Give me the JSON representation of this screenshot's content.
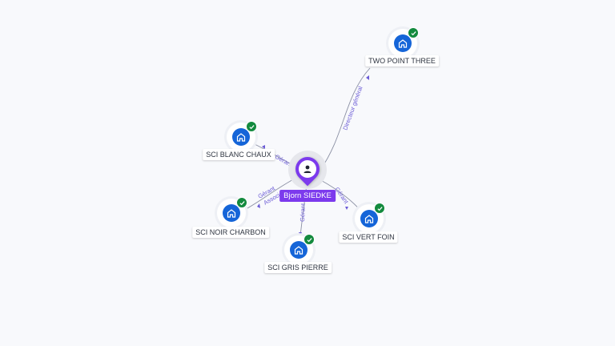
{
  "center": {
    "name": "Bjorn SIEDKE",
    "icon": "person-icon",
    "color": "#7c3aed"
  },
  "companies": [
    {
      "id": "two-point-three",
      "name": "TWO POINT THREE",
      "icon": "company-building-icon",
      "verified": true
    },
    {
      "id": "sci-blanc-chaux",
      "name": "SCI BLANC CHAUX",
      "icon": "company-building-icon",
      "verified": true
    },
    {
      "id": "sci-noir-charbon",
      "name": "SCI NOIR CHARBON",
      "icon": "company-building-icon",
      "verified": true
    },
    {
      "id": "sci-gris-pierre",
      "name": "SCI GRIS PIERRE",
      "icon": "company-building-icon",
      "verified": true
    },
    {
      "id": "sci-vert-foin",
      "name": "SCI VERT FOIN",
      "icon": "company-building-icon",
      "verified": true
    }
  ],
  "relations": [
    {
      "to": "two-point-three",
      "label": "Directeur général"
    },
    {
      "to": "sci-blanc-chaux",
      "label": "Gérant"
    },
    {
      "to": "sci-noir-charbon",
      "label": "Gérant",
      "label2": "Associé"
    },
    {
      "to": "sci-gris-pierre",
      "label": "Gérant"
    },
    {
      "to": "sci-vert-foin",
      "label": "Gérant"
    }
  ],
  "colors": {
    "company_icon": "#1565d8",
    "verified_badge": "#138a3e",
    "relation_label": "#6b5bd6",
    "edge": "#8a8fa3"
  }
}
